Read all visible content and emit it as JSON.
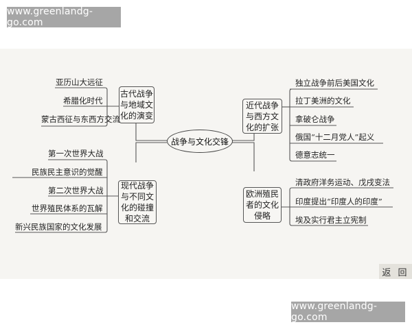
{
  "watermarks": {
    "top": "www.greenlandg-go.com",
    "bottom": "www.greenlandg-go.com"
  },
  "center": {
    "label": "战争与文化交锋"
  },
  "branches": [
    {
      "label": "古代战争与地域文化的演变",
      "lines": [
        "古代战争",
        "与地域文",
        "化的演变"
      ],
      "leaves": [
        "亚历山大远征",
        "希腊化时代",
        "蒙古西征与东西方交流"
      ]
    },
    {
      "label": "现代战争与不同文化的碰撞和交流",
      "lines": [
        "现代战争",
        "与不同文",
        "化的碰撞",
        "和交流"
      ],
      "leaves": [
        "第一次世界大战",
        "民族民主意识的觉醒",
        "第二次世界大战",
        "世界殖民体系的瓦解",
        "新兴民族国家的文化发展"
      ]
    },
    {
      "label": "近代战争与西方文化的扩张",
      "lines": [
        "近代战争",
        "与西方文",
        "化的扩张"
      ],
      "leaves": [
        "独立战争前后美国文化",
        "拉丁美洲的文化",
        "拿破仑战争",
        "俄国“十二月党人”起义",
        "德意志统一"
      ]
    },
    {
      "label": "欧洲殖民者的文化侵略",
      "lines": [
        "欧洲殖民",
        "者的文化",
        "侵略"
      ],
      "leaves": [
        "清政府洋务运动、戊戌变法",
        "印度提出“印度人的印度”",
        "埃及实行君主立宪制"
      ]
    }
  ],
  "buttons": {
    "back": "返 回"
  }
}
